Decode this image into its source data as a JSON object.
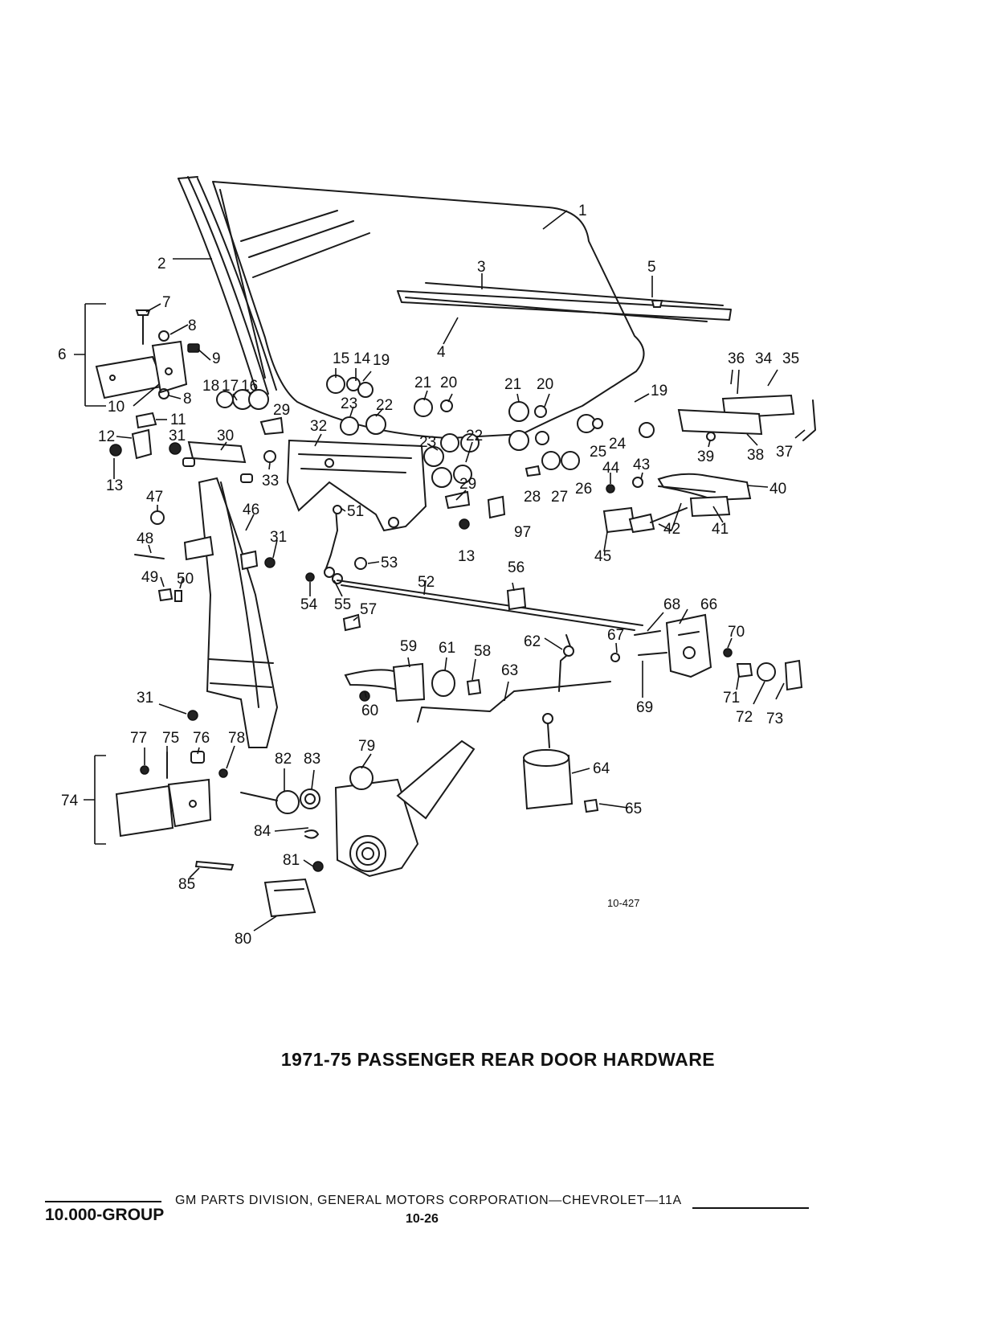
{
  "diagram": {
    "figure_number": "10-427",
    "callouts": [
      {
        "id": "c1",
        "label": "1"
      },
      {
        "id": "c2",
        "label": "2"
      },
      {
        "id": "c3",
        "label": "3"
      },
      {
        "id": "c4",
        "label": "4"
      },
      {
        "id": "c5",
        "label": "5"
      },
      {
        "id": "c6",
        "label": "6"
      },
      {
        "id": "c7",
        "label": "7"
      },
      {
        "id": "c8a",
        "label": "8"
      },
      {
        "id": "c8b",
        "label": "8"
      },
      {
        "id": "c9",
        "label": "9"
      },
      {
        "id": "c10",
        "label": "10"
      },
      {
        "id": "c11",
        "label": "11"
      },
      {
        "id": "c12",
        "label": "12"
      },
      {
        "id": "c13a",
        "label": "13"
      },
      {
        "id": "c13b",
        "label": "13"
      },
      {
        "id": "c14",
        "label": "14"
      },
      {
        "id": "c15",
        "label": "15"
      },
      {
        "id": "c16",
        "label": "16"
      },
      {
        "id": "c17",
        "label": "17"
      },
      {
        "id": "c18",
        "label": "18"
      },
      {
        "id": "c19a",
        "label": "19"
      },
      {
        "id": "c19b",
        "label": "19"
      },
      {
        "id": "c20a",
        "label": "20"
      },
      {
        "id": "c20b",
        "label": "20"
      },
      {
        "id": "c21a",
        "label": "21"
      },
      {
        "id": "c21b",
        "label": "21"
      },
      {
        "id": "c22a",
        "label": "22"
      },
      {
        "id": "c22b",
        "label": "22"
      },
      {
        "id": "c23a",
        "label": "23"
      },
      {
        "id": "c23b",
        "label": "23"
      },
      {
        "id": "c24",
        "label": "24"
      },
      {
        "id": "c25",
        "label": "25"
      },
      {
        "id": "c26",
        "label": "26"
      },
      {
        "id": "c27",
        "label": "27"
      },
      {
        "id": "c28",
        "label": "28"
      },
      {
        "id": "c29a",
        "label": "29"
      },
      {
        "id": "c29b",
        "label": "29"
      },
      {
        "id": "c30",
        "label": "30"
      },
      {
        "id": "c31a",
        "label": "31"
      },
      {
        "id": "c31b",
        "label": "31"
      },
      {
        "id": "c31c",
        "label": "31"
      },
      {
        "id": "c32",
        "label": "32"
      },
      {
        "id": "c33",
        "label": "33"
      },
      {
        "id": "c34",
        "label": "34"
      },
      {
        "id": "c35",
        "label": "35"
      },
      {
        "id": "c36",
        "label": "36"
      },
      {
        "id": "c37",
        "label": "37"
      },
      {
        "id": "c38",
        "label": "38"
      },
      {
        "id": "c39",
        "label": "39"
      },
      {
        "id": "c40",
        "label": "40"
      },
      {
        "id": "c41",
        "label": "41"
      },
      {
        "id": "c42",
        "label": "42"
      },
      {
        "id": "c43",
        "label": "43"
      },
      {
        "id": "c44",
        "label": "44"
      },
      {
        "id": "c45",
        "label": "45"
      },
      {
        "id": "c46",
        "label": "46"
      },
      {
        "id": "c47",
        "label": "47"
      },
      {
        "id": "c48",
        "label": "48"
      },
      {
        "id": "c49",
        "label": "49"
      },
      {
        "id": "c50",
        "label": "50"
      },
      {
        "id": "c51",
        "label": "51"
      },
      {
        "id": "c52",
        "label": "52"
      },
      {
        "id": "c53",
        "label": "53"
      },
      {
        "id": "c54",
        "label": "54"
      },
      {
        "id": "c55",
        "label": "55"
      },
      {
        "id": "c56",
        "label": "56"
      },
      {
        "id": "c57",
        "label": "57"
      },
      {
        "id": "c58",
        "label": "58"
      },
      {
        "id": "c59",
        "label": "59"
      },
      {
        "id": "c60",
        "label": "60"
      },
      {
        "id": "c61",
        "label": "61"
      },
      {
        "id": "c62",
        "label": "62"
      },
      {
        "id": "c63",
        "label": "63"
      },
      {
        "id": "c64",
        "label": "64"
      },
      {
        "id": "c65",
        "label": "65"
      },
      {
        "id": "c66",
        "label": "66"
      },
      {
        "id": "c67",
        "label": "67"
      },
      {
        "id": "c68",
        "label": "68"
      },
      {
        "id": "c69",
        "label": "69"
      },
      {
        "id": "c70",
        "label": "70"
      },
      {
        "id": "c71",
        "label": "71"
      },
      {
        "id": "c72",
        "label": "72"
      },
      {
        "id": "c73",
        "label": "73"
      },
      {
        "id": "c74",
        "label": "74"
      },
      {
        "id": "c75",
        "label": "75"
      },
      {
        "id": "c76",
        "label": "76"
      },
      {
        "id": "c77",
        "label": "77"
      },
      {
        "id": "c78",
        "label": "78"
      },
      {
        "id": "c79",
        "label": "79"
      },
      {
        "id": "c80",
        "label": "80"
      },
      {
        "id": "c81",
        "label": "81"
      },
      {
        "id": "c82",
        "label": "82"
      },
      {
        "id": "c83",
        "label": "83"
      },
      {
        "id": "c84",
        "label": "84"
      },
      {
        "id": "c85",
        "label": "85"
      },
      {
        "id": "c97",
        "label": "97"
      }
    ]
  },
  "title": "1971-75 PASSENGER REAR DOOR HARDWARE",
  "footer": {
    "publisher": "GM PARTS DIVISION,  GENERAL MOTORS CORPORATION—CHEVROLET—11A",
    "group": "10.000-GROUP",
    "page": "10-26"
  }
}
